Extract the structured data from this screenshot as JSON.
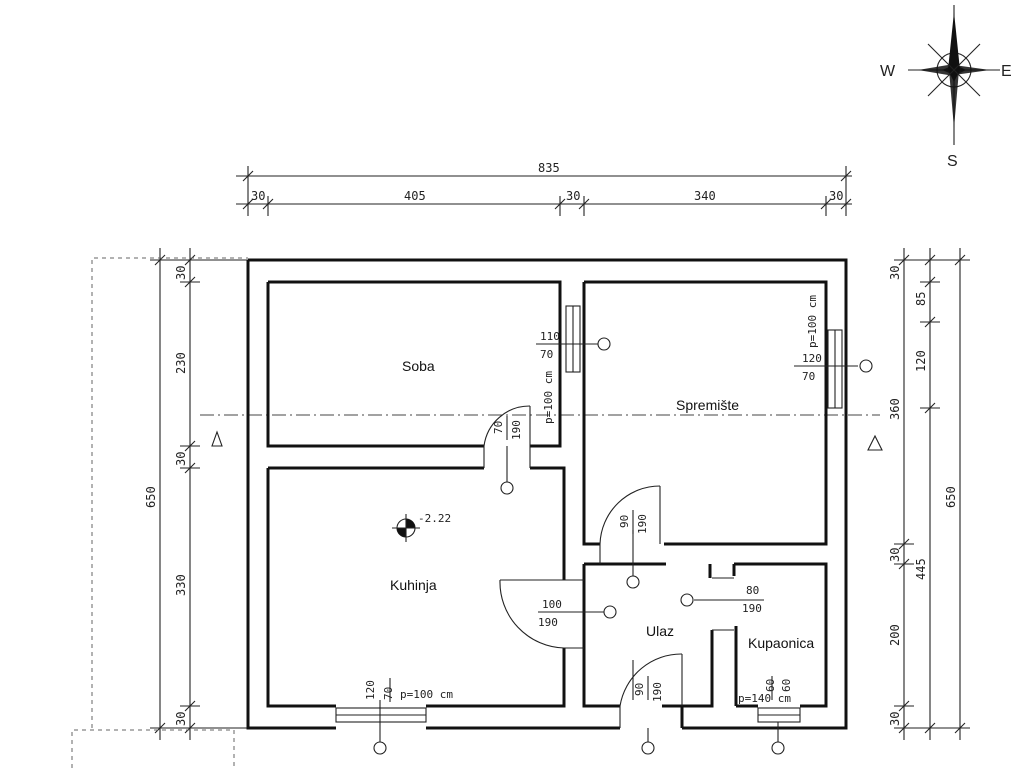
{
  "compass": {
    "west": "W",
    "east": "E",
    "south": "S"
  },
  "dims_top": {
    "total": "835",
    "a": "30",
    "b": "405",
    "c": "30",
    "d": "340",
    "e": "30"
  },
  "dims_left": {
    "total": "650",
    "a": "30",
    "b": "230",
    "c": "30",
    "d": "330",
    "e": "30"
  },
  "dims_right": {
    "total": "650",
    "a": "30",
    "b": "85",
    "c": "120",
    "d": "360",
    "e": "30",
    "f": "445",
    "g": "200",
    "h": "30"
  },
  "rooms": {
    "soba": "Soba",
    "spremiste": "Spremište",
    "kuhinja": "Kuhinja",
    "ulaz": "Ulaz",
    "kupaonica": "Kupaonica"
  },
  "level_mark": "-2.22",
  "openings": {
    "soba_window": {
      "w": "110",
      "h": "70"
    },
    "spremiste_window": {
      "w": "120",
      "h": "70",
      "sill": "p=100 cm"
    },
    "soba_door": {
      "w": "70",
      "h": "190",
      "sill": "p=100 cm"
    },
    "spremiste_door": {
      "w": "90",
      "h": "190"
    },
    "kuhinja_door": {
      "w": "100",
      "h": "190"
    },
    "kupaonica_door": {
      "w": "80",
      "h": "190"
    },
    "ulaz_door": {
      "w": "90",
      "h": "190"
    },
    "kuhinja_window": {
      "w": "120",
      "h": "70",
      "sill": "p=100 cm"
    },
    "kupaonica_window": {
      "w": "60",
      "h": "60",
      "sill": "p=140 cm"
    }
  }
}
